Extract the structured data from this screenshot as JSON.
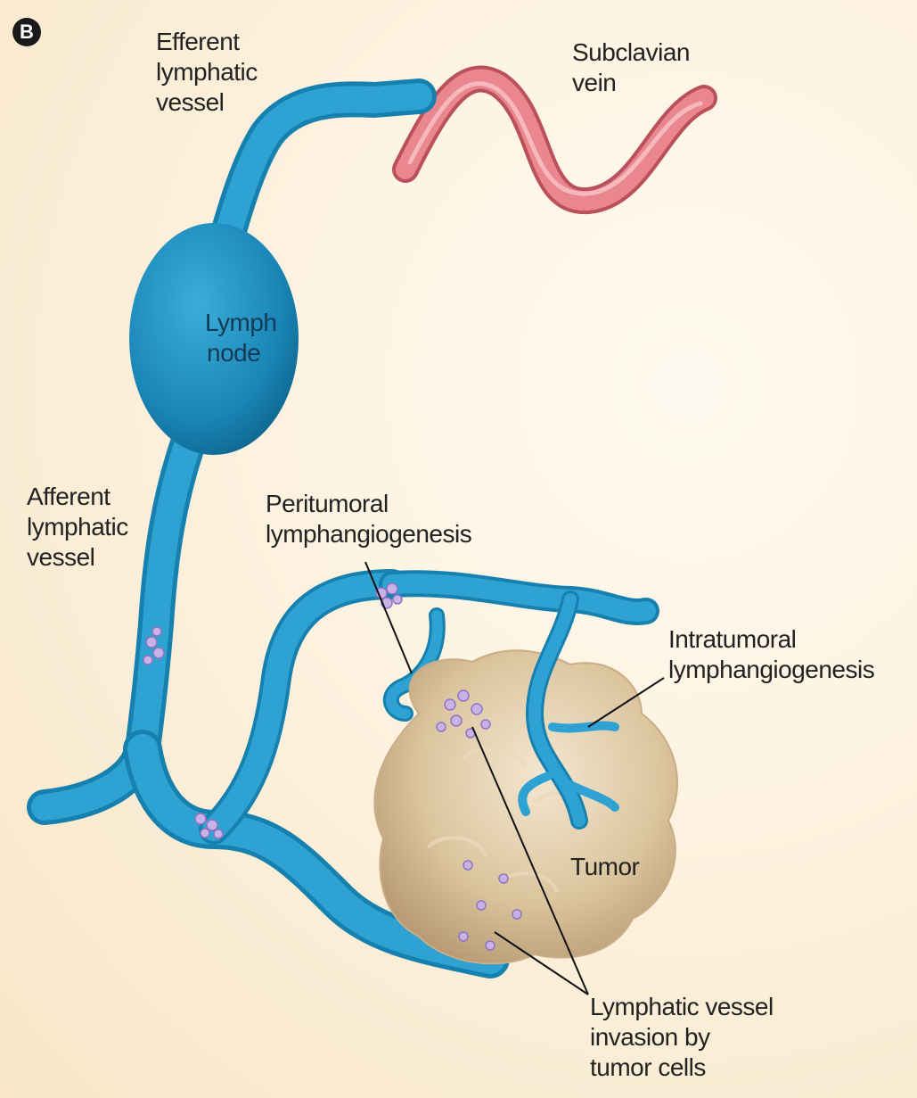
{
  "panel": {
    "letter": "B"
  },
  "labels": {
    "efferent": [
      "Efferent",
      "lymphatic",
      "vessel"
    ],
    "subclavian": [
      "Subclavian",
      "vein"
    ],
    "lymph_node": [
      "Lymph",
      "node"
    ],
    "afferent": [
      "Afferent",
      "lymphatic",
      "vessel"
    ],
    "peritumoral": [
      "Peritumoral",
      "lymphangiogenesis"
    ],
    "intratumoral": [
      "Intratumoral",
      "lymphangiogenesis"
    ],
    "tumor": "Tumor",
    "invasion": [
      "Lymphatic vessel",
      "invasion by",
      "tumor cells"
    ]
  },
  "colors": {
    "lymphatic": "#1f97c6",
    "lymphatic_dark": "#0f6f98",
    "vein": "#e9868e",
    "tumor": "#dcc6a0",
    "tumor_cells": "#b59cd9"
  }
}
